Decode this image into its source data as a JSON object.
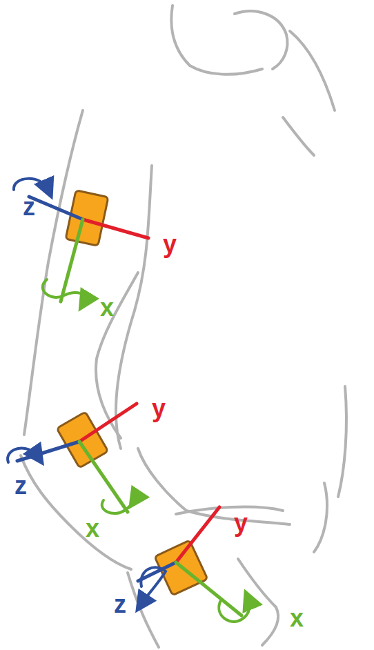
{
  "diagram": {
    "labels": [
      "z",
      "y",
      "x",
      "y",
      "z",
      "x",
      "y",
      "z",
      "x"
    ]
  }
}
